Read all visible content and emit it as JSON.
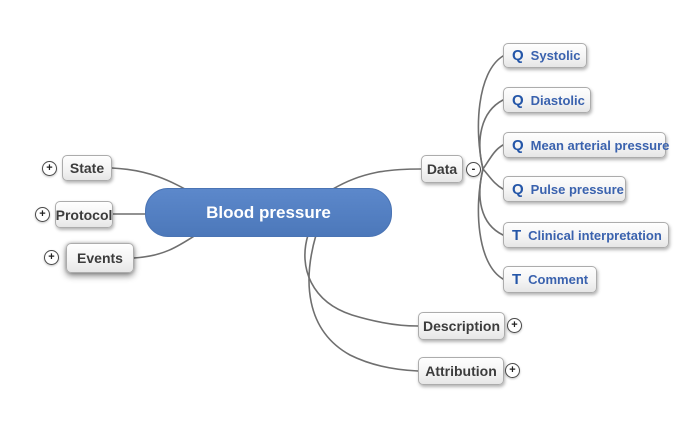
{
  "diagram": {
    "root": {
      "label": "Blood pressure"
    },
    "left_nodes": [
      {
        "label": "State",
        "toggle": "+"
      },
      {
        "label": "Protocol",
        "toggle": "+"
      },
      {
        "label": "Events",
        "toggle": "+"
      }
    ],
    "data_branch": {
      "label": "Data",
      "toggle": "-",
      "children": [
        {
          "icon": "Q",
          "label": "Systolic"
        },
        {
          "icon": "Q",
          "label": "Diastolic"
        },
        {
          "icon": "Q",
          "label": "Mean arterial pressure"
        },
        {
          "icon": "Q",
          "label": "Pulse pressure"
        },
        {
          "icon": "T",
          "label": "Clinical interpretation"
        },
        {
          "icon": "T",
          "label": "Comment"
        }
      ]
    },
    "bottom_nodes": [
      {
        "label": "Description",
        "toggle": "+"
      },
      {
        "label": "Attribution",
        "toggle": "+"
      }
    ],
    "colors": {
      "root_fill": "#527fc2",
      "root_text": "#ffffff",
      "branch_node_fill": "#f0f0f0",
      "branch_node_border": "#acacac",
      "branch_text": "#3c3c3c",
      "leaf_label_text": "#3a62ae",
      "leaf_type_icon": "#2456a8",
      "connector": "#6f6f6f",
      "background": "#ffffff"
    }
  }
}
